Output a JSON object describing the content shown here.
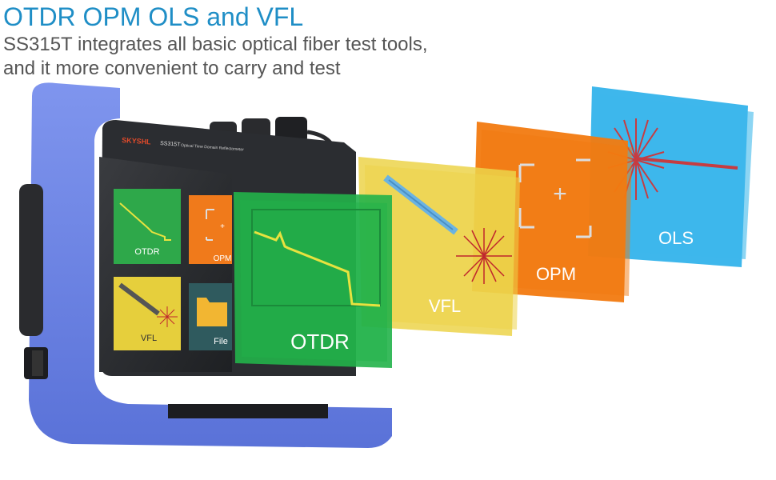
{
  "header": {
    "title": "OTDR OPM OLS and VFL",
    "subtitle_line1": "SS315T integrates all basic optical fiber test tools,",
    "subtitle_line2": "and it more convenient to carry and test"
  },
  "device": {
    "brand": "SKYSHL",
    "model": "SS315T",
    "model_caption": "Optical Time Domain Reflectometer",
    "screen_tiles": [
      {
        "label": "OTDR",
        "color": "#2ea84a",
        "icon": "otdr-trace-icon"
      },
      {
        "label": "OPM",
        "color": "#f07a1b",
        "icon": "opm-crosshair-icon"
      },
      {
        "label": "VFL",
        "color": "#e6cf3c",
        "icon": "vfl-laser-pen-icon"
      },
      {
        "label": "File",
        "color": "#2f5a5e",
        "icon": "folder-icon"
      }
    ]
  },
  "panels": [
    {
      "label": "OTDR",
      "color": "#22b24a",
      "icon": "otdr-trace-icon"
    },
    {
      "label": "VFL",
      "color": "#ecd34a",
      "icon": "vfl-laser-pen-icon"
    },
    {
      "label": "OPM",
      "color": "#f27a10",
      "icon": "opm-crosshair-icon"
    },
    {
      "label": "OLS",
      "color": "#2ab0ea",
      "icon": "ols-laser-burst-icon"
    }
  ],
  "colors": {
    "title_blue": "#1f8ec6",
    "device_bumper": "#6b83e6",
    "device_bezel": "#2b2d31"
  }
}
